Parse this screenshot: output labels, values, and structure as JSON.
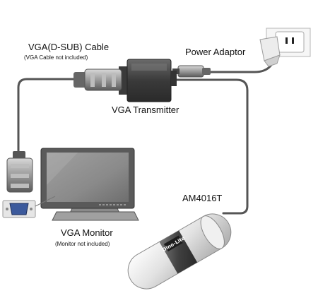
{
  "labels": {
    "vga_cable": "VGA(D-SUB) Cable",
    "vga_cable_note": "(VGA Cable not included)",
    "power_adaptor": "Power Adaptor",
    "vga_transmitter": "VGA Transmitter",
    "vga_monitor": "VGA Monitor",
    "vga_monitor_note": "(Monitor not included)",
    "model": "AM4016T"
  },
  "device_brand": "Dino-Lite",
  "colors": {
    "cable": "#555555",
    "device_dark": "#2f2f2f",
    "device_light": "#e6e6e6",
    "screen": "#8c8c8c",
    "plug_white": "#f4f4f4"
  }
}
